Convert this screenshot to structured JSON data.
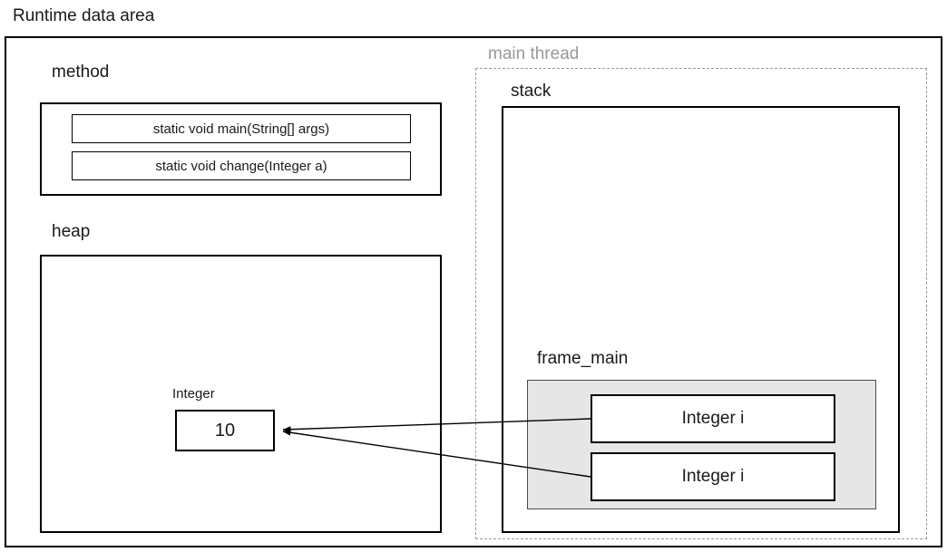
{
  "diagram": {
    "title": "Runtime data area",
    "method_area": {
      "label": "method",
      "methods": [
        "static void main(String[] args)",
        "static void change(Integer a)"
      ]
    },
    "heap_area": {
      "label": "heap",
      "objects": [
        {
          "type_label": "Integer",
          "value": "10"
        }
      ]
    },
    "thread": {
      "label": "main thread",
      "label_color": "#999999",
      "stack": {
        "label": "stack",
        "frames": [
          {
            "label": "frame_main",
            "fill_color": "#e6e6e6",
            "slots": [
              "Integer i",
              "Integer i"
            ]
          }
        ]
      }
    },
    "references": [
      {
        "from": "frame-slot-0",
        "to": "heap-integer-10"
      },
      {
        "from": "frame-slot-1",
        "to": "heap-integer-10"
      }
    ]
  }
}
